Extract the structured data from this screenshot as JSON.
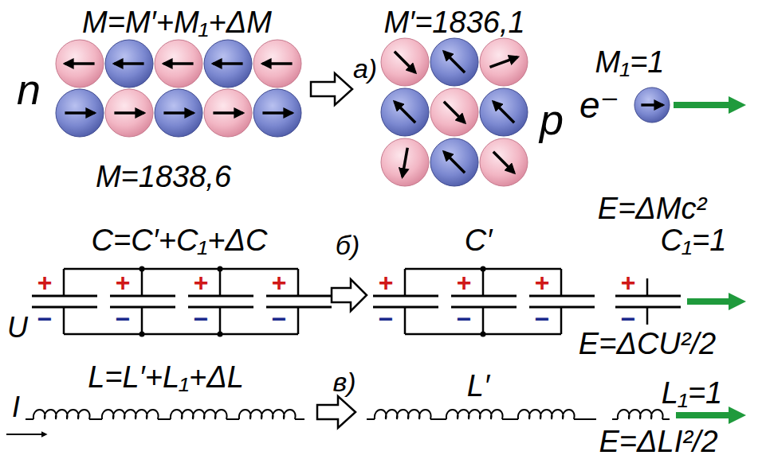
{
  "diagram": {
    "labels": [
      "M=M′+M₁+ΔM",
      "M′=1836,1",
      "M₁=1",
      "n",
      "а)",
      "p",
      "e⁻",
      "M=1838,6",
      "E=ΔMc²",
      "C=C′+C₁+ΔC",
      "б)",
      "C′",
      "C₁=1",
      "U",
      "E=ΔCU²/2",
      "L=L′+L₁+ΔL",
      "в)",
      "L′",
      "L₁=1",
      "I",
      "E=ΔLI²/2",
      "+",
      "+",
      "+",
      "+",
      "−",
      "−",
      "−",
      "−",
      "+",
      "+",
      "+",
      "−",
      "−",
      "−",
      "+",
      "−"
    ]
  }
}
